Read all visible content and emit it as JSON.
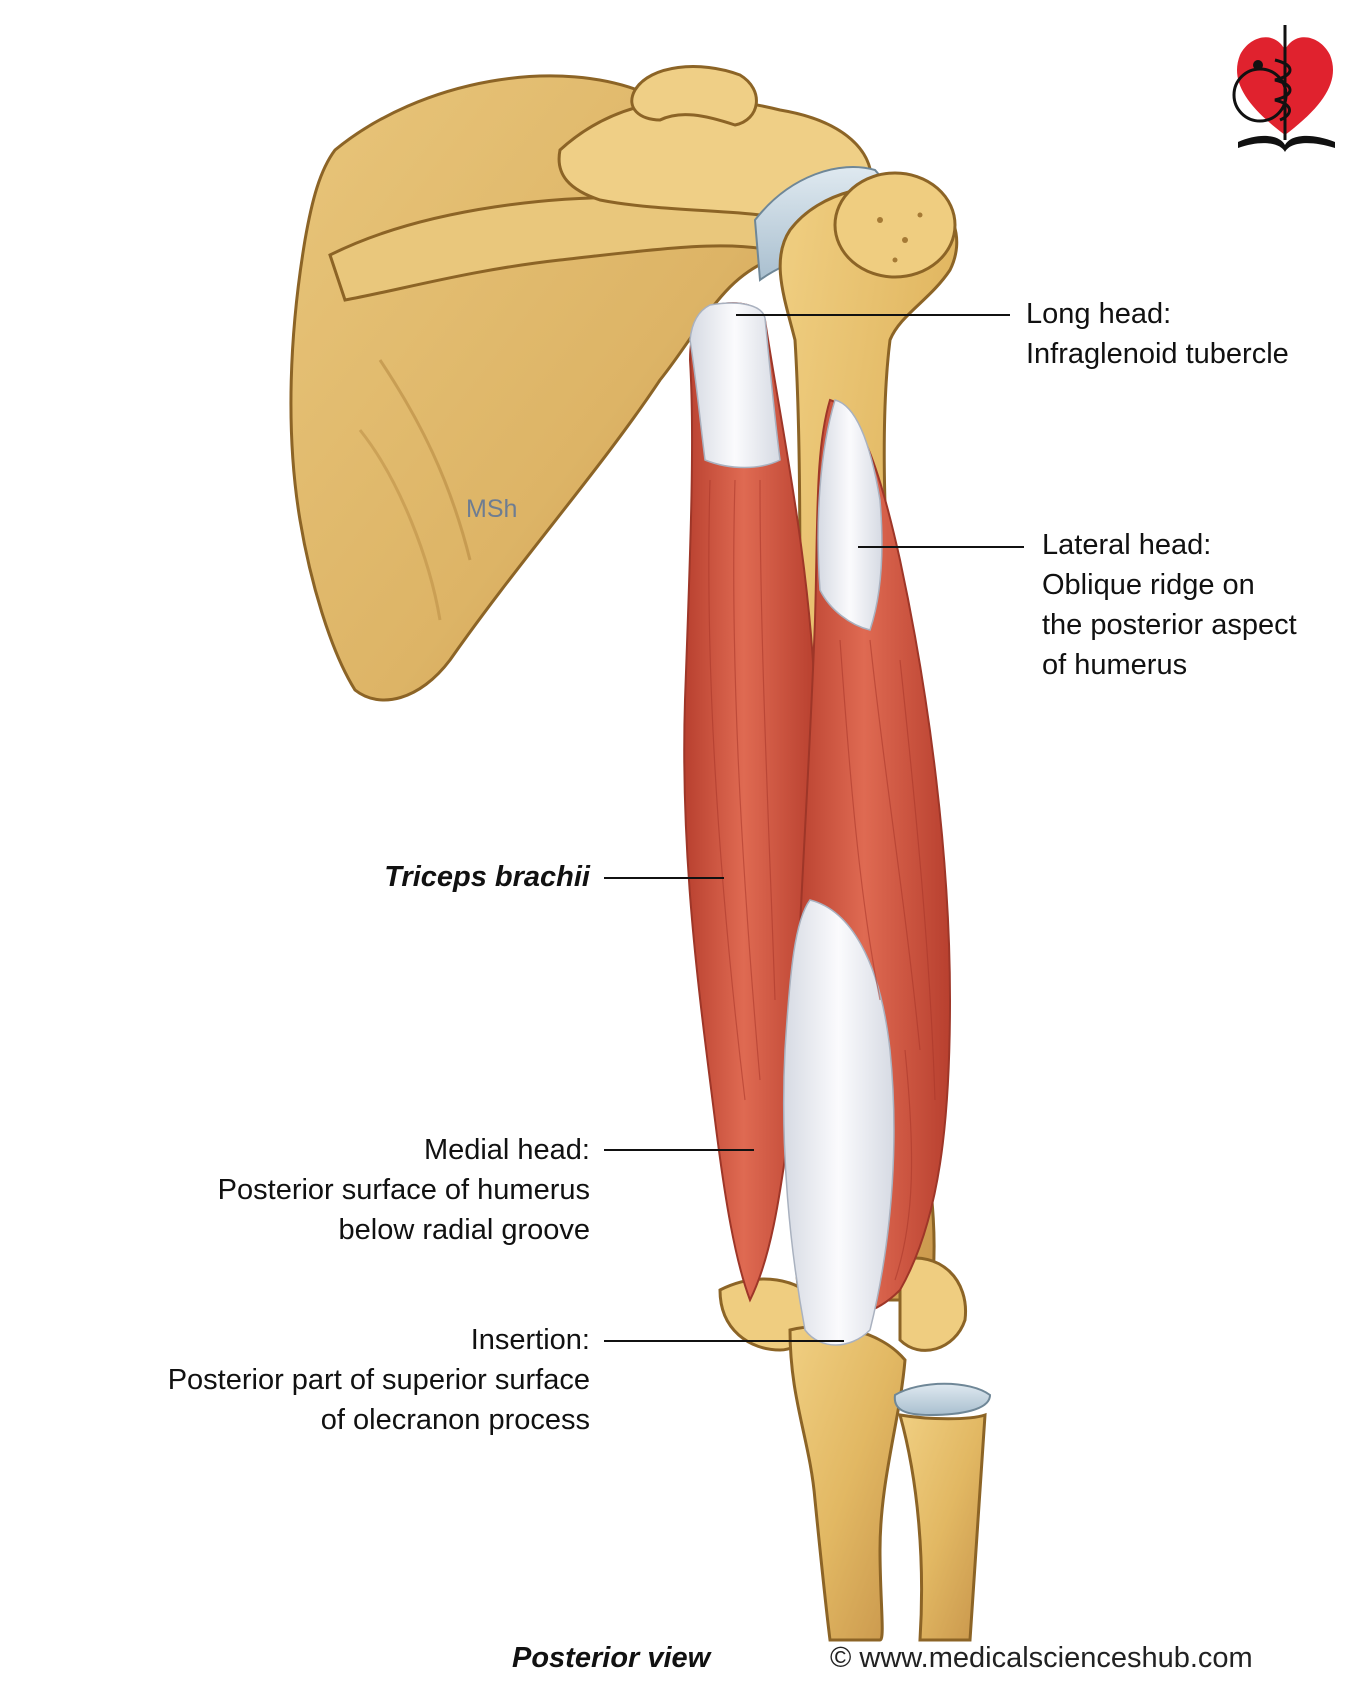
{
  "labels": {
    "long_head": {
      "title": "Long head:",
      "detail": "Infraglenoid tubercle"
    },
    "lateral_head": {
      "title": "Lateral head:",
      "lines": [
        "Oblique ridge on",
        "the posterior aspect",
        "of humerus"
      ]
    },
    "muscle_name": "Triceps brachii",
    "medial_head": {
      "title": "Medial head:",
      "lines": [
        "Posterior surface of humerus",
        "below radial groove"
      ]
    },
    "insertion": {
      "title": "Insertion:",
      "lines": [
        "Posterior part of superior surface",
        "of olecranon process"
      ]
    }
  },
  "watermark_text": "MSh",
  "footer": {
    "view": "Posterior view",
    "copyright": "© www.medicalscienceshub.com"
  },
  "colors": {
    "bone": "#e2b863",
    "bone_dark": "#b9883a",
    "muscle": "#d2553f",
    "muscle_dark": "#a8362a",
    "tendon": "#eef0f4",
    "cartilage": "#c9d8e2",
    "logo_heart": "#e0222e"
  },
  "logo": {
    "icon": "heart-caduceus-book-icon"
  }
}
